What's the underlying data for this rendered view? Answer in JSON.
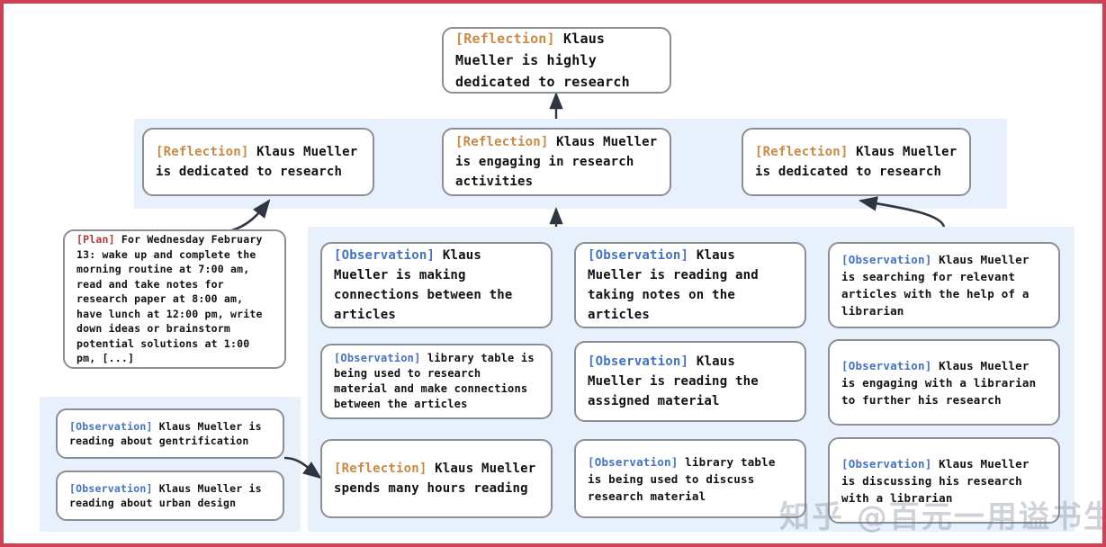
{
  "figure": {
    "type": "reflection-tree-diagram",
    "border_color": "#cf4256",
    "panel_color": "#e8f0fb",
    "tag_colors": {
      "reflection": "#c98a46",
      "observation": "#4472c4",
      "plan": "#b03a3a"
    }
  },
  "watermark": {
    "text": "知乎 @百元一用谥书生"
  },
  "nodes": {
    "root": {
      "tag": "[Reflection]",
      "tag_type": "reflection",
      "text": " Klaus Mueller is highly dedicated to research"
    },
    "reflection_left": {
      "tag": "[Reflection]",
      "tag_type": "reflection",
      "text": " Klaus Mueller is dedicated to research"
    },
    "reflection_mid": {
      "tag": "[Reflection]",
      "tag_type": "reflection",
      "text": " Klaus Mueller is engaging in research activities"
    },
    "reflection_right": {
      "tag": "[Reflection]",
      "tag_type": "reflection",
      "text": " Klaus Mueller is dedicated to research"
    },
    "plan": {
      "tag": "[Plan]",
      "tag_type": "plan",
      "text": " For Wednesday February 13: wake up and complete the morning routine at 7:00 am, read and take notes for research paper at 8:00 am, have lunch at 12:00 pm, write down ideas or brainstorm potential solutions at 1:00 pm, [...]"
    },
    "obs_gentrification": {
      "tag": "[Observation]",
      "tag_type": "observation",
      "text": " Klaus Mueller is reading about gentrification"
    },
    "obs_urban_design": {
      "tag": "[Observation]",
      "tag_type": "observation",
      "text": " Klaus Mueller is reading about urban design"
    },
    "obs_connections": {
      "tag": "[Observation]",
      "tag_type": "observation",
      "text": " Klaus Mueller is making connections between the articles"
    },
    "obs_library_table_connections": {
      "tag": "[Observation]",
      "tag_type": "observation",
      "text": " library table is being used to research material and make connections between the articles"
    },
    "reflection_hours_reading": {
      "tag": "[Reflection]",
      "tag_type": "reflection",
      "text": " Klaus Mueller spends many hours reading"
    },
    "obs_reading_notes": {
      "tag": "[Observation]",
      "tag_type": "observation",
      "text": " Klaus Mueller is reading and taking notes on the articles"
    },
    "obs_assigned_material": {
      "tag": "[Observation]",
      "tag_type": "observation",
      "text": " Klaus Mueller is reading the assigned material"
    },
    "obs_library_table_discuss": {
      "tag": "[Observation]",
      "tag_type": "observation",
      "text": " library table is being used to discuss research material"
    },
    "obs_searching_articles": {
      "tag": "[Observation]",
      "tag_type": "observation",
      "text": " Klaus Mueller is searching for relevant articles with the help of a librarian"
    },
    "obs_engaging_librarian": {
      "tag": "[Observation]",
      "tag_type": "observation",
      "text": " Klaus Mueller is engaging with a librarian to further his research"
    },
    "obs_discussing_librarian": {
      "tag": "[Observation]",
      "tag_type": "observation",
      "text": " Klaus Mueller is discussing his research with a librarian"
    }
  }
}
